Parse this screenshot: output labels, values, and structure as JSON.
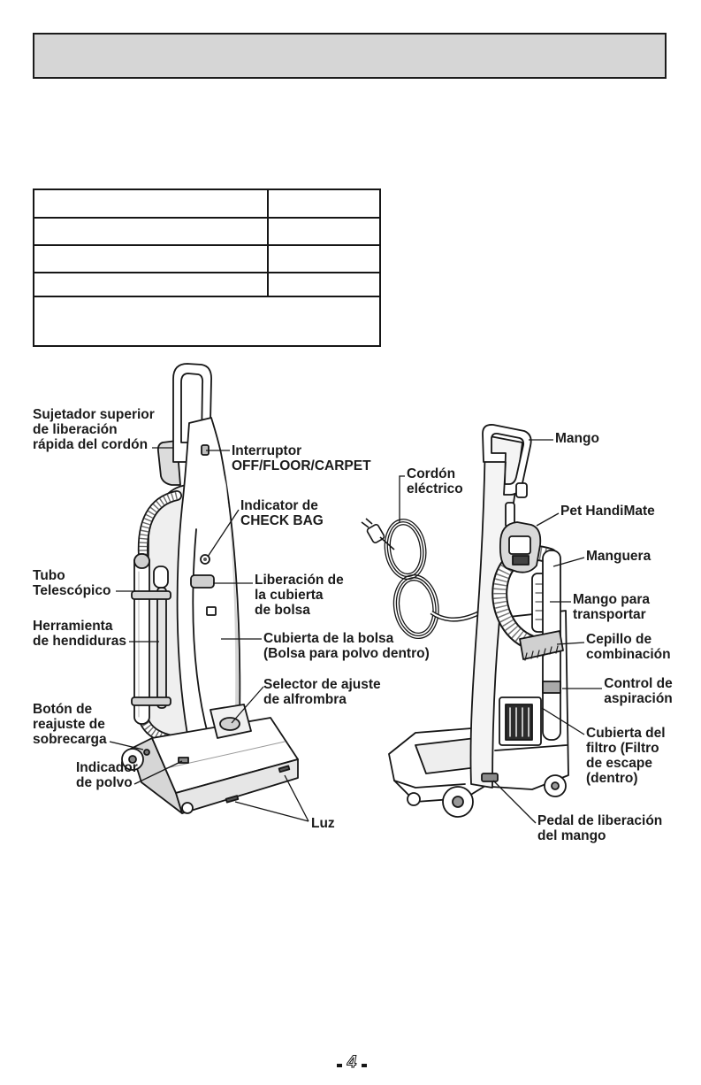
{
  "left_vacuum": {
    "cord_release_label": "Sujetador superior\nde liberación\nrápida del cordón",
    "switch_label": "Interruptor\nOFF/FLOOR/CARPET",
    "check_bag_label": "Indicator de\nCHECK BAG",
    "telescopic_wand_label": "Tubo\nTelescópico",
    "bag_cover_release_label": "Liberación de\nla cubierta\nde bolsa",
    "crevice_tool_label": "Herramienta\nde hendiduras",
    "bag_cover_label": "Cubierta de la bolsa\n(Bolsa para polvo dentro)",
    "carpet_selector_label": "Selector de ajuste\nde alfrombra",
    "overload_reset_label": "Botón de\nreajuste de\nsobrecarga",
    "dirt_indicator_label": "Indicador\nde polvo",
    "light_label": "Luz"
  },
  "right_vacuum": {
    "power_cord_label": "Cordón\neléctrico",
    "handle_label": "Mango",
    "pet_tool_label": "Pet HandiMate",
    "hose_label": "Manguera",
    "carry_handle_label": "Mango para\ntransportar",
    "combination_brush_label": "Cepillo de\ncombinación",
    "suction_control_label": "Control de\naspiración",
    "filter_cover_label": "Cubierta del\nfiltro (Filtro\nde escape\n(dentro)",
    "handle_release_pedal_label": "Pedal de liberación\ndel mango"
  },
  "footer": {
    "page_number": "4"
  }
}
